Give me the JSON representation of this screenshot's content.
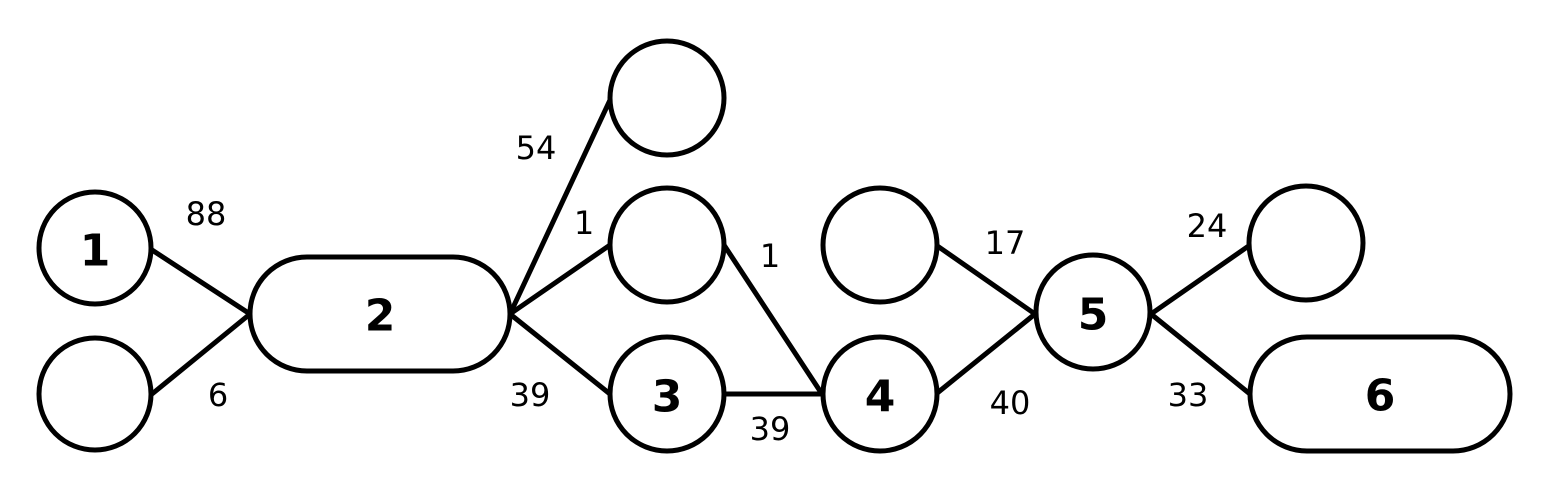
{
  "colors": {
    "stroke": "#000000",
    "fill": "#ffffff"
  },
  "nodes": {
    "n1": {
      "label": "1",
      "shape": "circle"
    },
    "n1b": {
      "label": "",
      "shape": "circle"
    },
    "n2": {
      "label": "2",
      "shape": "rounded-rect"
    },
    "top": {
      "label": "",
      "shape": "circle"
    },
    "mid": {
      "label": "",
      "shape": "circle"
    },
    "n3": {
      "label": "3",
      "shape": "circle"
    },
    "c4a": {
      "label": "",
      "shape": "circle"
    },
    "n4": {
      "label": "4",
      "shape": "circle"
    },
    "n5": {
      "label": "5",
      "shape": "circle"
    },
    "c5a": {
      "label": "",
      "shape": "circle"
    },
    "n6": {
      "label": "6",
      "shape": "rounded-rect"
    }
  },
  "edges": {
    "e_1_2": {
      "from": "1",
      "to": "2",
      "weight": "88"
    },
    "e_1b_2": {
      "from": "",
      "to": "2",
      "weight": "6"
    },
    "e_2_top": {
      "from": "2",
      "to": "",
      "weight": "54"
    },
    "e_2_mid": {
      "from": "2",
      "to": "",
      "weight": "1"
    },
    "e_2_3": {
      "from": "2",
      "to": "3",
      "weight": "39"
    },
    "e_mid_4": {
      "from": "",
      "to": "4",
      "weight": "1"
    },
    "e_3_4": {
      "from": "3",
      "to": "4",
      "weight": "39"
    },
    "e_c4a_5": {
      "from": "",
      "to": "5",
      "weight": "17"
    },
    "e_4_5": {
      "from": "4",
      "to": "5",
      "weight": "40"
    },
    "e_5_c5a": {
      "from": "5",
      "to": "",
      "weight": "24"
    },
    "e_5_6": {
      "from": "5",
      "to": "6",
      "weight": "33"
    }
  }
}
